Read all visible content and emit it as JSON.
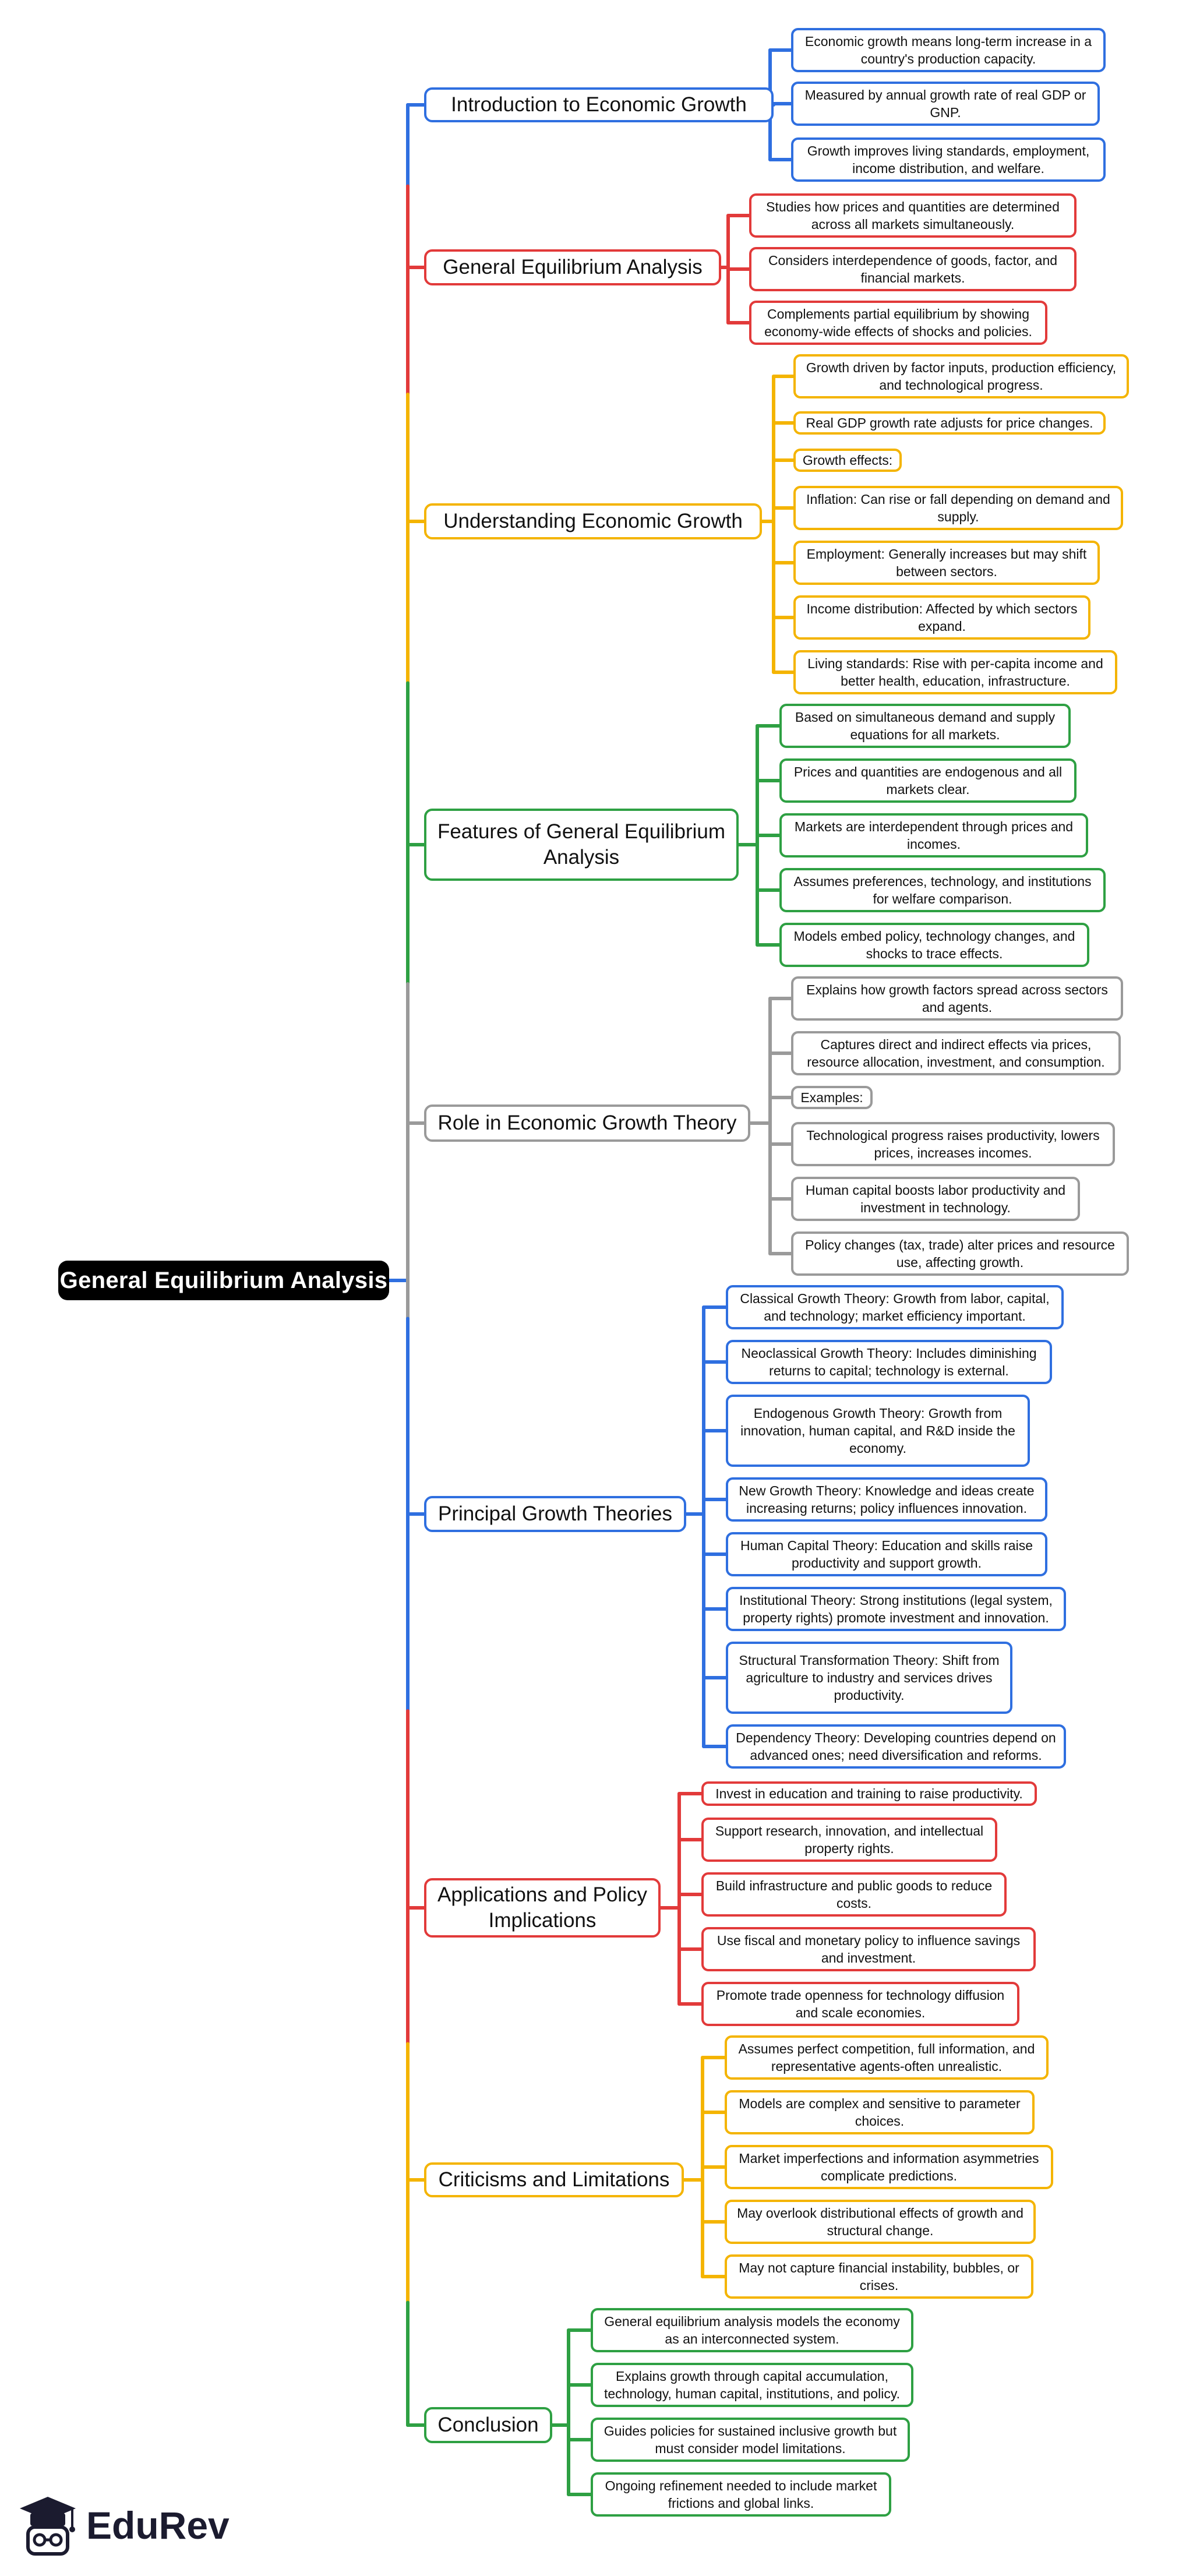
{
  "root": {
    "label": "General Equilibrium Analysis"
  },
  "colors": {
    "blue": "#2f6fe0",
    "red": "#e23a3a",
    "yellow": "#f4b400",
    "green": "#2ea043",
    "gray": "#9a9a9a",
    "root_bg": "#000000"
  },
  "logo": {
    "name": "EduRev",
    "icon": "graduation-cap-icon"
  },
  "branches": [
    {
      "label": "Introduction to Economic Growth",
      "color": "blue",
      "leaves": [
        "Economic growth means long-term increase in a country's production capacity.",
        "Measured by annual growth rate of real GDP or GNP.",
        "Growth improves living standards, employment, income distribution, and welfare."
      ]
    },
    {
      "label": "General Equilibrium Analysis",
      "color": "red",
      "leaves": [
        "Studies how prices and quantities are determined across all markets simultaneously.",
        "Considers interdependence of goods, factor, and financial markets.",
        "Complements partial equilibrium by showing economy-wide effects of shocks and policies."
      ]
    },
    {
      "label": "Understanding Economic Growth",
      "color": "yellow",
      "leaves": [
        "Growth driven by factor inputs, production efficiency, and technological progress.",
        "Real GDP growth rate adjusts for price changes.",
        "Growth effects:",
        "Inflation: Can rise or fall depending on demand and supply.",
        "Employment: Generally increases but may shift between sectors.",
        "Income distribution: Affected by which sectors expand.",
        "Living standards: Rise with per-capita income and better health, education, infrastructure."
      ]
    },
    {
      "label": "Features of General Equilibrium Analysis",
      "color": "green",
      "leaves": [
        "Based on simultaneous demand and supply equations for all markets.",
        "Prices and quantities are endogenous and all markets clear.",
        "Markets are interdependent through prices and incomes.",
        "Assumes preferences, technology, and institutions for welfare comparison.",
        "Models embed policy, technology changes, and shocks to trace effects."
      ]
    },
    {
      "label": "Role in Economic Growth Theory",
      "color": "gray",
      "leaves": [
        "Explains how growth factors spread across sectors and agents.",
        "Captures direct and indirect effects via prices, resource allocation, investment, and consumption.",
        "Examples:",
        "Technological progress raises productivity, lowers prices, increases incomes.",
        "Human capital boosts labor productivity and investment in technology.",
        "Policy changes (tax, trade) alter prices and resource use, affecting growth."
      ]
    },
    {
      "label": "Principal Growth Theories",
      "color": "blue",
      "leaves": [
        "Classical Growth Theory: Growth from labor, capital, and technology; market efficiency important.",
        "Neoclassical Growth Theory: Includes diminishing returns to capital; technology is external.",
        "Endogenous Growth Theory: Growth from innovation, human capital, and R&D inside the economy.",
        "New Growth Theory: Knowledge and ideas create increasing returns; policy influences innovation.",
        "Human Capital Theory: Education and skills raise productivity and support growth.",
        "Institutional Theory: Strong institutions (legal system, property rights) promote investment and innovation.",
        "Structural Transformation Theory: Shift from agriculture to industry and services drives productivity.",
        "Dependency Theory: Developing countries depend on advanced ones; need diversification and reforms."
      ]
    },
    {
      "label": "Applications and Policy Implications",
      "color": "red",
      "leaves": [
        "Invest in education and training to raise productivity.",
        "Support research, innovation, and intellectual property rights.",
        "Build infrastructure and public goods to reduce costs.",
        "Use fiscal and monetary policy to influence savings and investment.",
        "Promote trade openness for technology diffusion and scale economies."
      ]
    },
    {
      "label": "Criticisms and Limitations",
      "color": "yellow",
      "leaves": [
        "Assumes perfect competition, full information, and representative agents-often unrealistic.",
        "Models are complex and sensitive to parameter choices.",
        "Market imperfections and information asymmetries complicate predictions.",
        "May overlook distributional effects of growth and structural change.",
        "May not capture financial instability, bubbles, or crises."
      ]
    },
    {
      "label": "Conclusion",
      "color": "green",
      "leaves": [
        "General equilibrium analysis models the economy as an interconnected system.",
        "Explains growth through capital accumulation, technology, human capital, institutions, and policy.",
        "Guides policies for sustained inclusive growth but must consider model limitations.",
        "Ongoing refinement needed to include market frictions and global links."
      ]
    }
  ]
}
